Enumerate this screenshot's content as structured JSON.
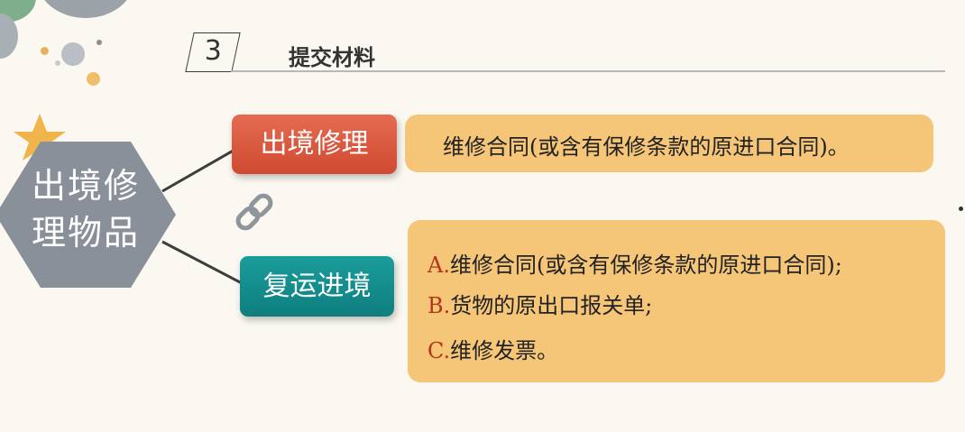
{
  "section": {
    "number": "3",
    "title": "提交材料"
  },
  "hexagon": {
    "line1": "出境修",
    "line2": "理物品"
  },
  "pill_top": {
    "label": "出境修理"
  },
  "pill_bottom": {
    "label": "复运进境"
  },
  "box_top": {
    "text": "维修合同(或含有保修条款的原进口合同)。"
  },
  "box_bottom": {
    "items": [
      {
        "letter": "A.",
        "text": "维修合同(或含有保修条款的原进口合同);"
      },
      {
        "letter": "B.",
        "text": "货物的原出口报关单;"
      },
      {
        "letter": "C.",
        "text": "维修发票。"
      }
    ]
  },
  "colors": {
    "background": "#fbf8f1",
    "hexagon": "#8a9099",
    "pill_red": "#d9553b",
    "pill_teal": "#14908f",
    "box": "#f5c578",
    "letter": "#b5341c"
  },
  "icons": [
    "link-chain-icon",
    "star-icon"
  ]
}
